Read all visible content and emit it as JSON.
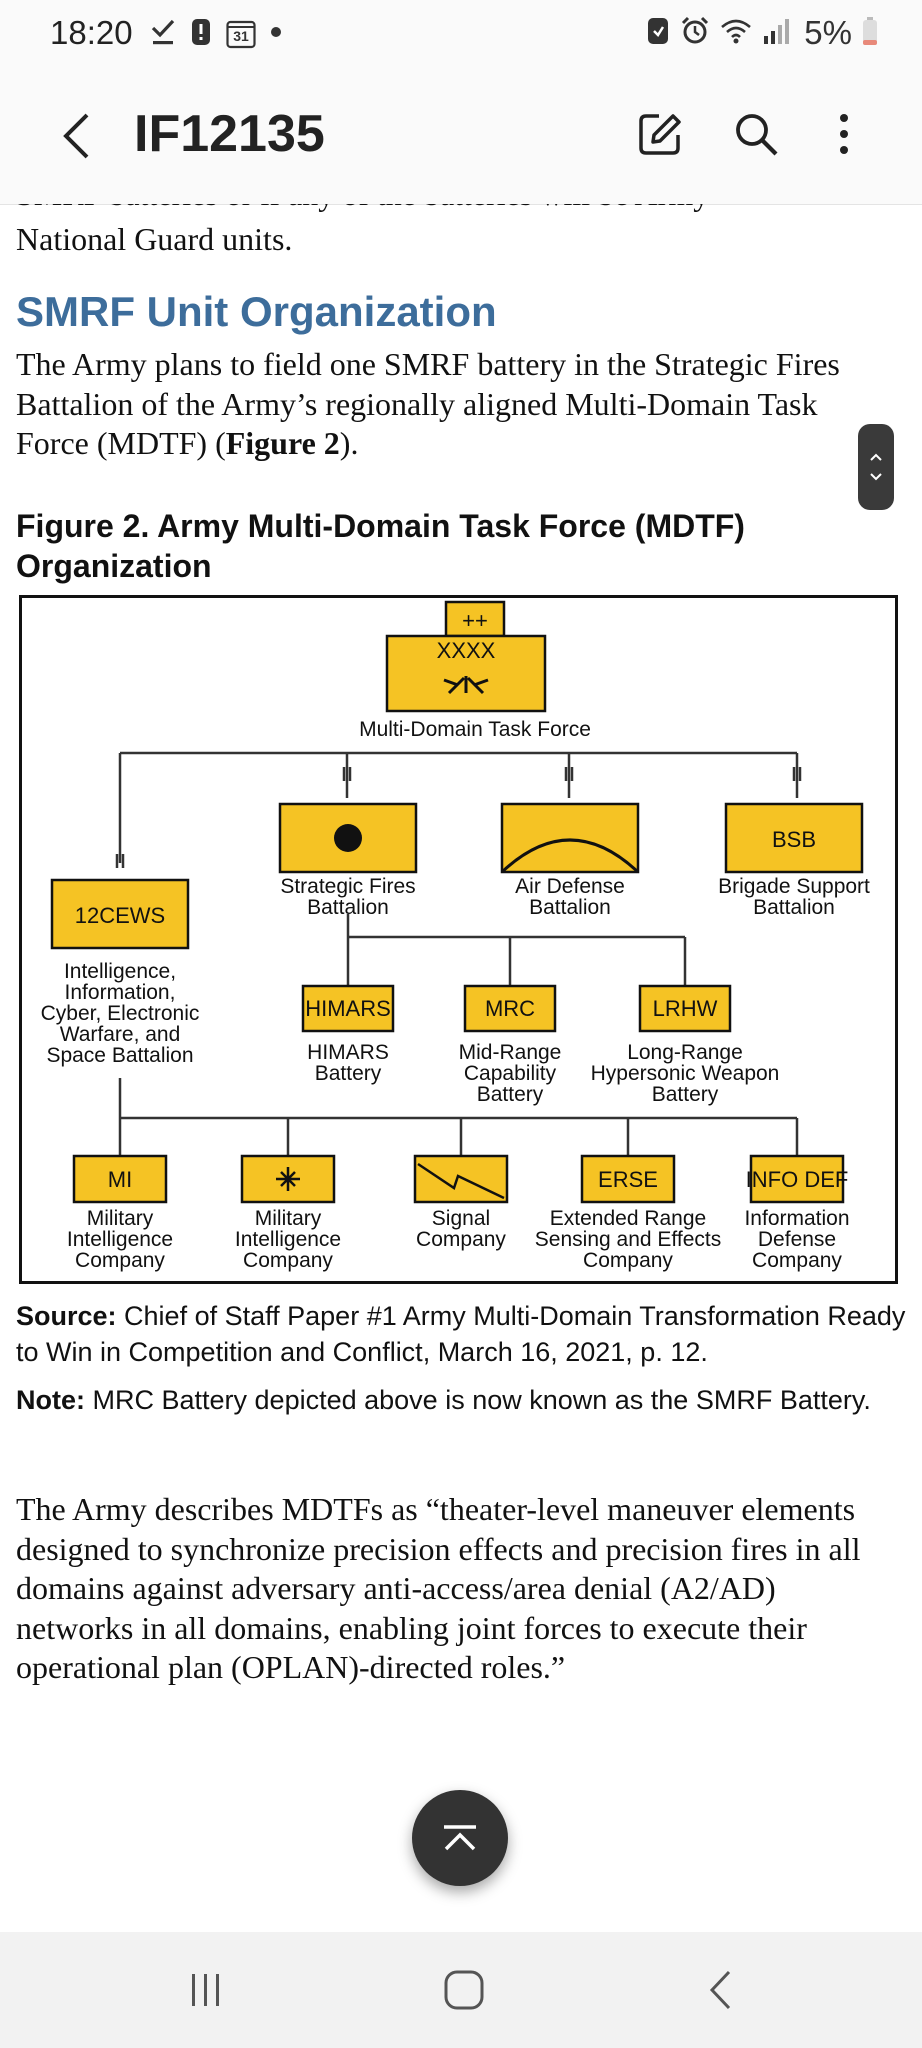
{
  "status": {
    "time": "18:20",
    "calendar_day": "31",
    "battery": "5%"
  },
  "appbar": {
    "title": "IF12135"
  },
  "article": {
    "cut_off_line": "SMRF batteries or if any of the batteries will be Army",
    "para_prev_end": "National Guard units.",
    "heading": "SMRF Unit Organization",
    "para1_text": "The Army plans to field one SMRF battery in the Strategic Fires Battalion of the Army’s regionally aligned Multi-Domain Task Force (MDTF) (",
    "para1_bold": "Figure 2",
    "para1_end": ").",
    "figure_title": "Figure 2. Army Multi-Domain Task Force (MDTF) Organization",
    "source_label": "Source:",
    "source_text": "Chief of Staff Paper #1 Army Multi-Domain Transformation Ready to Win in Competition and Conflict, March 16, 2021, p. 12.",
    "note_label": "Note:",
    "note_text": "MRC Battery depicted above is now known as the SMRF Battery.",
    "para2": "The Army describes MDTFs as “theater-level maneuver elements designed to synchronize precision effects and precision fires in all domains against adversary anti-access/area denial (A2/AD) networks in all domains, enabling joint forces to execute their operational plan (OPLAN)-directed roles.”"
  },
  "org_chart": {
    "top": {
      "symbol_top": "++",
      "echelon": "XXXX",
      "label": "Multi-Domain Task Force"
    },
    "echelon_mark": "II",
    "battalions": [
      {
        "code": "12CEWS",
        "lines": [
          "Intelligence,",
          "Information,",
          "Cyber, Electronic",
          "Warfare, and",
          "Space Battalion"
        ]
      },
      {
        "code": "",
        "lines": [
          "Strategic Fires",
          "Battalion"
        ]
      },
      {
        "code": "",
        "lines": [
          "Air Defense",
          "Battalion"
        ]
      },
      {
        "code": "BSB",
        "lines": [
          "Brigade Support",
          "Battalion"
        ]
      }
    ],
    "batteries": [
      {
        "code": "HIMARS",
        "lines": [
          "HIMARS",
          "Battery"
        ]
      },
      {
        "code": "MRC",
        "lines": [
          "Mid-Range",
          "Capability",
          "Battery"
        ]
      },
      {
        "code": "LRHW",
        "lines": [
          "Long-Range",
          "Hypersonic Weapon",
          "Battery"
        ]
      }
    ],
    "companies": [
      {
        "code": "MI",
        "lines": [
          "Military",
          "Intelligence",
          "Company"
        ]
      },
      {
        "code": "",
        "lines": [
          "Military",
          "Intelligence",
          "Company"
        ]
      },
      {
        "code": "",
        "lines": [
          "Signal",
          "Company"
        ]
      },
      {
        "code": "ERSE",
        "lines": [
          "Extended Range",
          "Sensing and Effects",
          "Company"
        ]
      },
      {
        "code": "INFO DEF",
        "lines": [
          "Information",
          "Defense",
          "Company"
        ]
      }
    ]
  },
  "icons": {
    "status_left": [
      "check-download-icon",
      "alert-icon",
      "calendar-icon",
      "dot-icon"
    ],
    "status_right": [
      "save-icon",
      "alarm-icon",
      "wifi-icon",
      "signal-icon",
      "battery-icon"
    ],
    "toolbar": [
      "back-icon",
      "edit-icon",
      "search-icon",
      "more-icon"
    ]
  },
  "colors": {
    "heading": "#3d6d9b",
    "unit_box": "#f5c324",
    "battery_low": "#e8897a"
  }
}
